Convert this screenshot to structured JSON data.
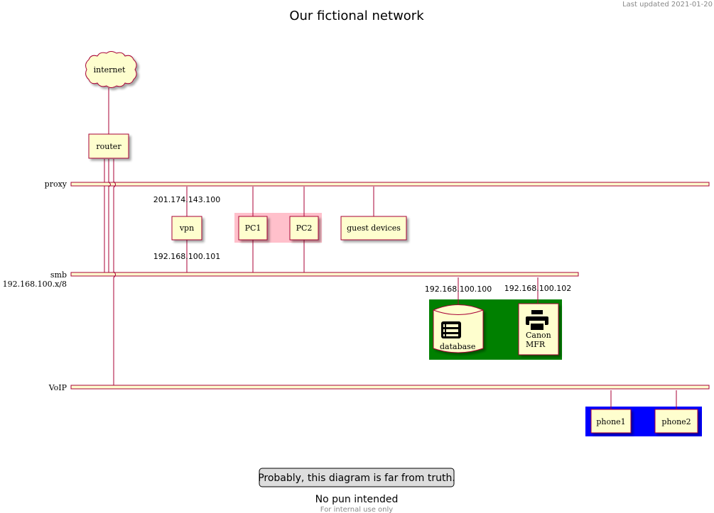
{
  "header": {
    "last_updated": "Last updated 2021-01-20",
    "title": "Our fictional network"
  },
  "colors": {
    "node_fill": "#FEFECE",
    "border": "#A80036",
    "pc_group": "#FFC0CB",
    "server_group": "#008000",
    "phone_group": "#0000FF"
  },
  "networks": {
    "proxy": "proxy",
    "smb": "smb",
    "smb_address": "192.168.100.x/8",
    "voip": "VoIP"
  },
  "nodes": {
    "internet": "internet",
    "router": "router",
    "vpn": "vpn",
    "pc1": "PC1",
    "pc2": "PC2",
    "guest_devices": "guest devices",
    "database": "database",
    "printer_line1": "Canon",
    "printer_line2": "MFR",
    "phone1": "phone1",
    "phone2": "phone2"
  },
  "addresses": {
    "vpn_proxy": "201.174.143.100",
    "vpn_smb": "192.168.100.101",
    "database_smb": "192.168.100.100",
    "printer_smb": "192.168.100.102"
  },
  "icons": {
    "database": "database-table-icon",
    "printer": "printer-icon"
  },
  "footer": {
    "legend": "Probably, this diagram is far from truth.",
    "caption": "No pun intended",
    "note": "For internal use only"
  }
}
